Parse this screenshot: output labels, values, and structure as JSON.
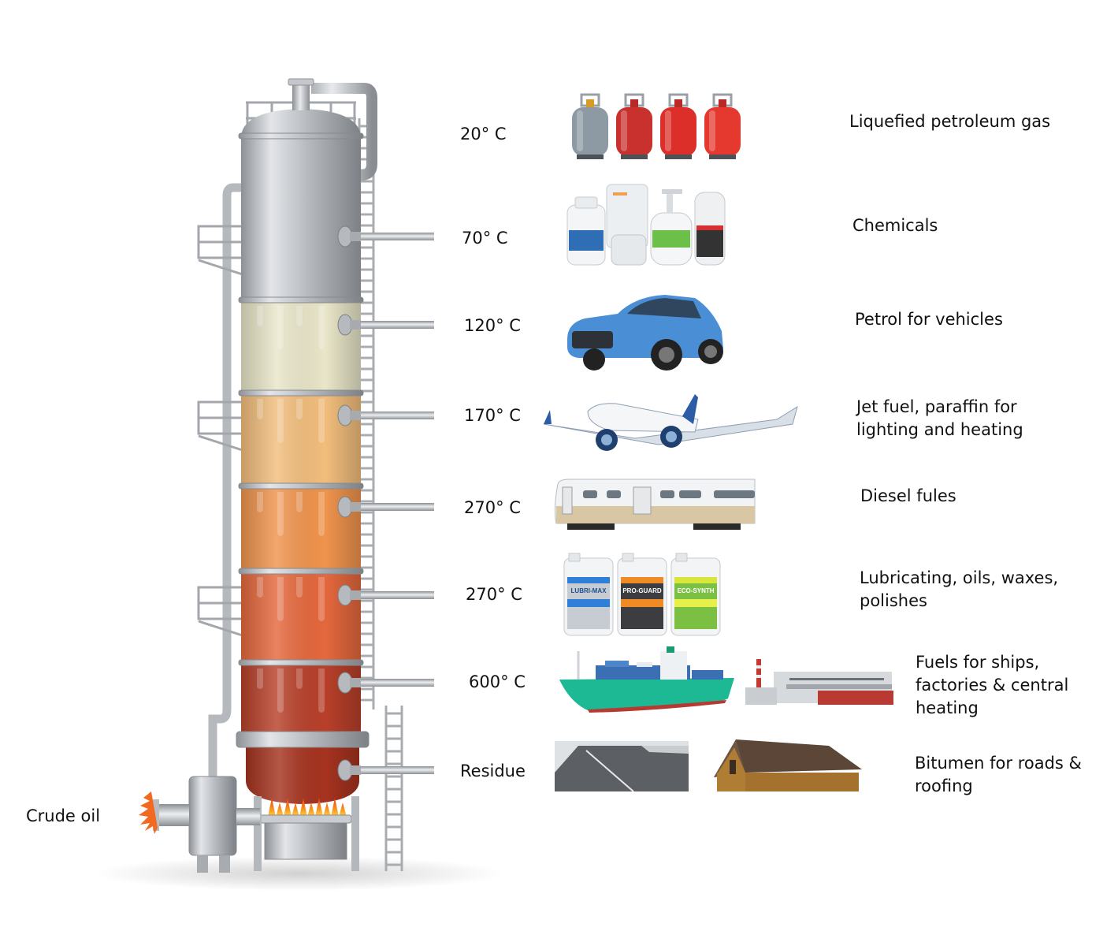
{
  "feed_label": "Crude oil",
  "fractions": [
    {
      "temperature": "20° C",
      "product": "Liquefied petroleum gas",
      "image": "gas-cylinders"
    },
    {
      "temperature": "70° C",
      "product": "Chemicals",
      "image": "chemical-bottles"
    },
    {
      "temperature": "120° C",
      "product": "Petrol for vehicles",
      "image": "car"
    },
    {
      "temperature": "170° C",
      "product": "Jet fuel, paraffin for\nlighting and heating",
      "image": "airplane"
    },
    {
      "temperature": "270° C",
      "product": "Diesel fules",
      "image": "train"
    },
    {
      "temperature": "270° C",
      "product": "Lubricating, oils, waxes,\npolishes",
      "image": "lubricant-cans"
    },
    {
      "temperature": "600° C",
      "product": "Fuels for ships,\nfactories & central\nheating",
      "image": "ship-and-factory"
    },
    {
      "temperature": "Residue",
      "product": "Bitumen for roads &\nroofing",
      "image": "road-and-roof"
    }
  ],
  "lubricant_brands": [
    "LUBRI-MAX",
    "PRO-GUARD",
    "ECO-SYNTH"
  ],
  "colors": {
    "steel": "#b9bcc0",
    "layer_1": "#e9e6c9",
    "layer_2": "#f2be7c",
    "layer_3": "#f0944d",
    "layer_4": "#e5683d",
    "layer_5": "#b8402a",
    "layer_6": "#a6331f",
    "flame": "#f7941d"
  }
}
